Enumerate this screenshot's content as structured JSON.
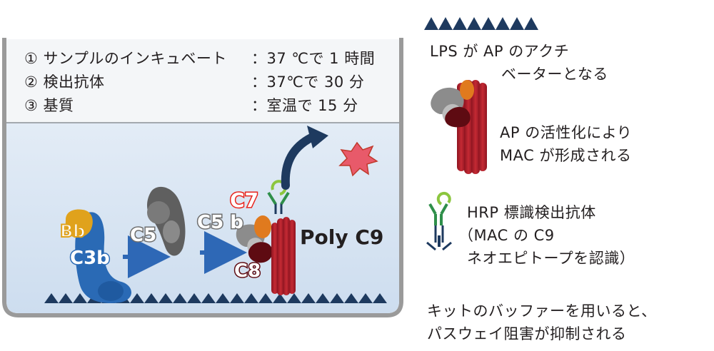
{
  "steps": [
    {
      "label": "① サンプルのインキュベート",
      "condition": "：37 ℃で 1 時間"
    },
    {
      "label": "② 検出抗体",
      "condition": "：37℃で 30 分"
    },
    {
      "label": "③ 基質",
      "condition": "：室温で 15 分"
    }
  ],
  "diagram": {
    "bb": "Bb",
    "c3b": "C3b",
    "c5": "C5",
    "c5b": "C5 b",
    "c7": "C7",
    "c8": "C8",
    "poly_c9": "Poly C9"
  },
  "legend": {
    "lps_line1": "LPS が AP のアクチ",
    "lps_line2": "ベーターとなる",
    "mac_line1": "AP の活性化により",
    "mac_line2": "MAC が形成される",
    "hrp_line1": "HRP 標識検出抗体",
    "hrp_line2": "（MAC の C9",
    "hrp_line3": "ネオエピトープを認識）",
    "buffer_line1": "キットのバッファーを用いると、",
    "buffer_line2": "パスウェイ阻害が抑制される"
  },
  "colors": {
    "lps": "#1e3a5f",
    "c3b": "#2a6ab5",
    "bb": "#e0a21c",
    "c5": "#6e6e6e",
    "c7": "#e8231c",
    "c8": "#5e0b12",
    "c9": "#b01f2a",
    "antibody": "#2f8f4a",
    "arrow": "#2e68b6",
    "liquid": "#cfdff0"
  }
}
